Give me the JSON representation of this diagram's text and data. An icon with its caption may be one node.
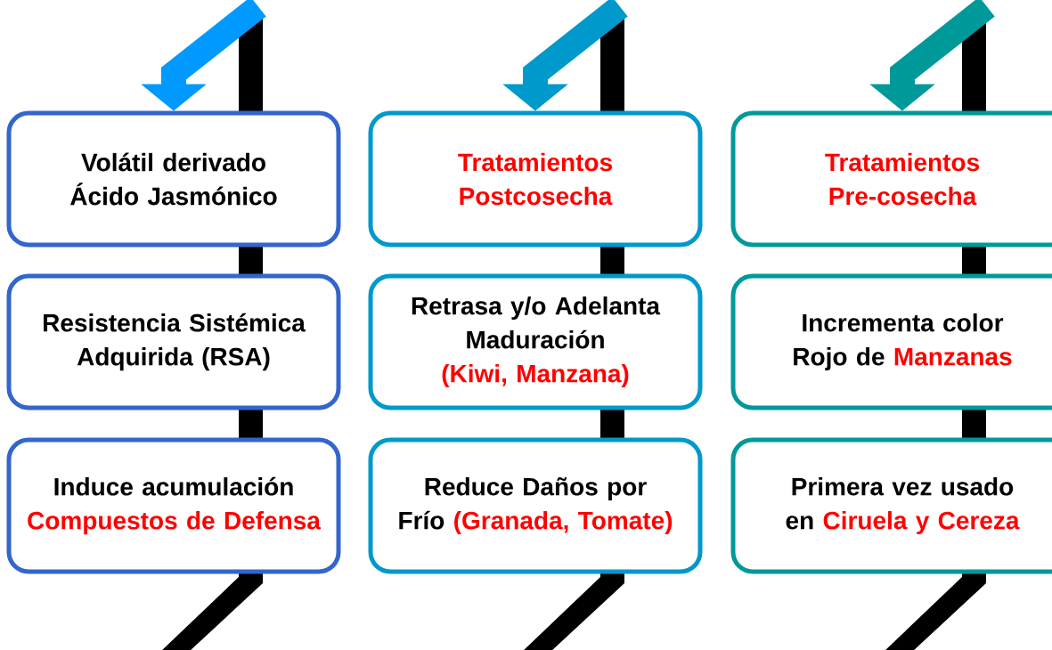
{
  "diagram": {
    "nodes": [
      {
        "text": [
          "Volátil derivado Ácido Jasmónico"
        ]
      },
      {
        "text": [
          "Resistencia Sistémica Adquirida (RSA)"
        ]
      },
      {
        "text": [
          "Induce acumulación",
          "Compuestos de Defensa"
        ]
      },
      {
        "text": [
          "Tratamientos Postcosecha"
        ]
      },
      {
        "text": [
          "Retrasa y/o Adelanta Maduración",
          "(Kiwi, Manzana)"
        ]
      },
      {
        "text": [
          "Reduce Daños por Frío",
          "(Granada, Tomate)"
        ]
      },
      {
        "text": [
          "Tratamientos Pre-cosecha"
        ]
      },
      {
        "text": [
          "Incrementa color Rojo de",
          "Manzanas"
        ]
      },
      {
        "text": [
          "Primera vez usado en",
          "Ciruela y Cereza"
        ]
      }
    ],
    "edges": [
      {
        "from": null,
        "to": 0,
        "arrow": "to",
        "color": "#0099ff"
      },
      {
        "from": null,
        "to": 3,
        "arrow": "to",
        "color": "#0099cc"
      },
      {
        "from": null,
        "to": 6,
        "arrow": "to",
        "color": "#009999"
      }
    ]
  }
}
